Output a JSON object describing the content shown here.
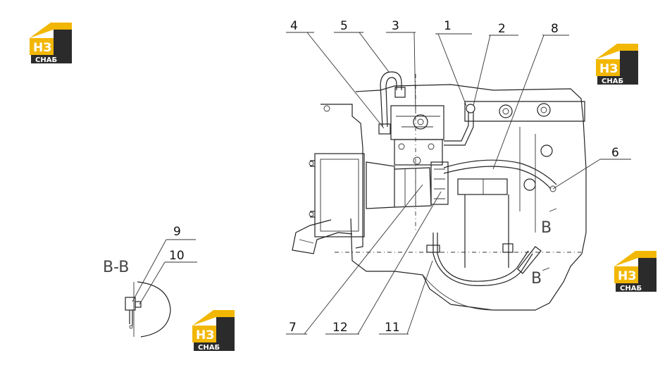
{
  "callouts": [
    {
      "id": "c1",
      "label": "1"
    },
    {
      "id": "c2",
      "label": "2"
    },
    {
      "id": "c3",
      "label": "3"
    },
    {
      "id": "c4",
      "label": "4"
    },
    {
      "id": "c5",
      "label": "5"
    },
    {
      "id": "c6",
      "label": "6"
    },
    {
      "id": "c7",
      "label": "7"
    },
    {
      "id": "c8",
      "label": "8"
    },
    {
      "id": "c9",
      "label": "9"
    },
    {
      "id": "c10",
      "label": "10"
    },
    {
      "id": "c11",
      "label": "11"
    },
    {
      "id": "c12",
      "label": "12"
    }
  ],
  "section": {
    "label": "B-B",
    "mark_upper": "B",
    "mark_lower": "B"
  },
  "watermark": {
    "mark_letters": "НЗ",
    "brand_text": "СНАБ",
    "colors": {
      "roof": "#f2b705",
      "body": "#2b2b2b",
      "text": "#ffffff"
    }
  }
}
